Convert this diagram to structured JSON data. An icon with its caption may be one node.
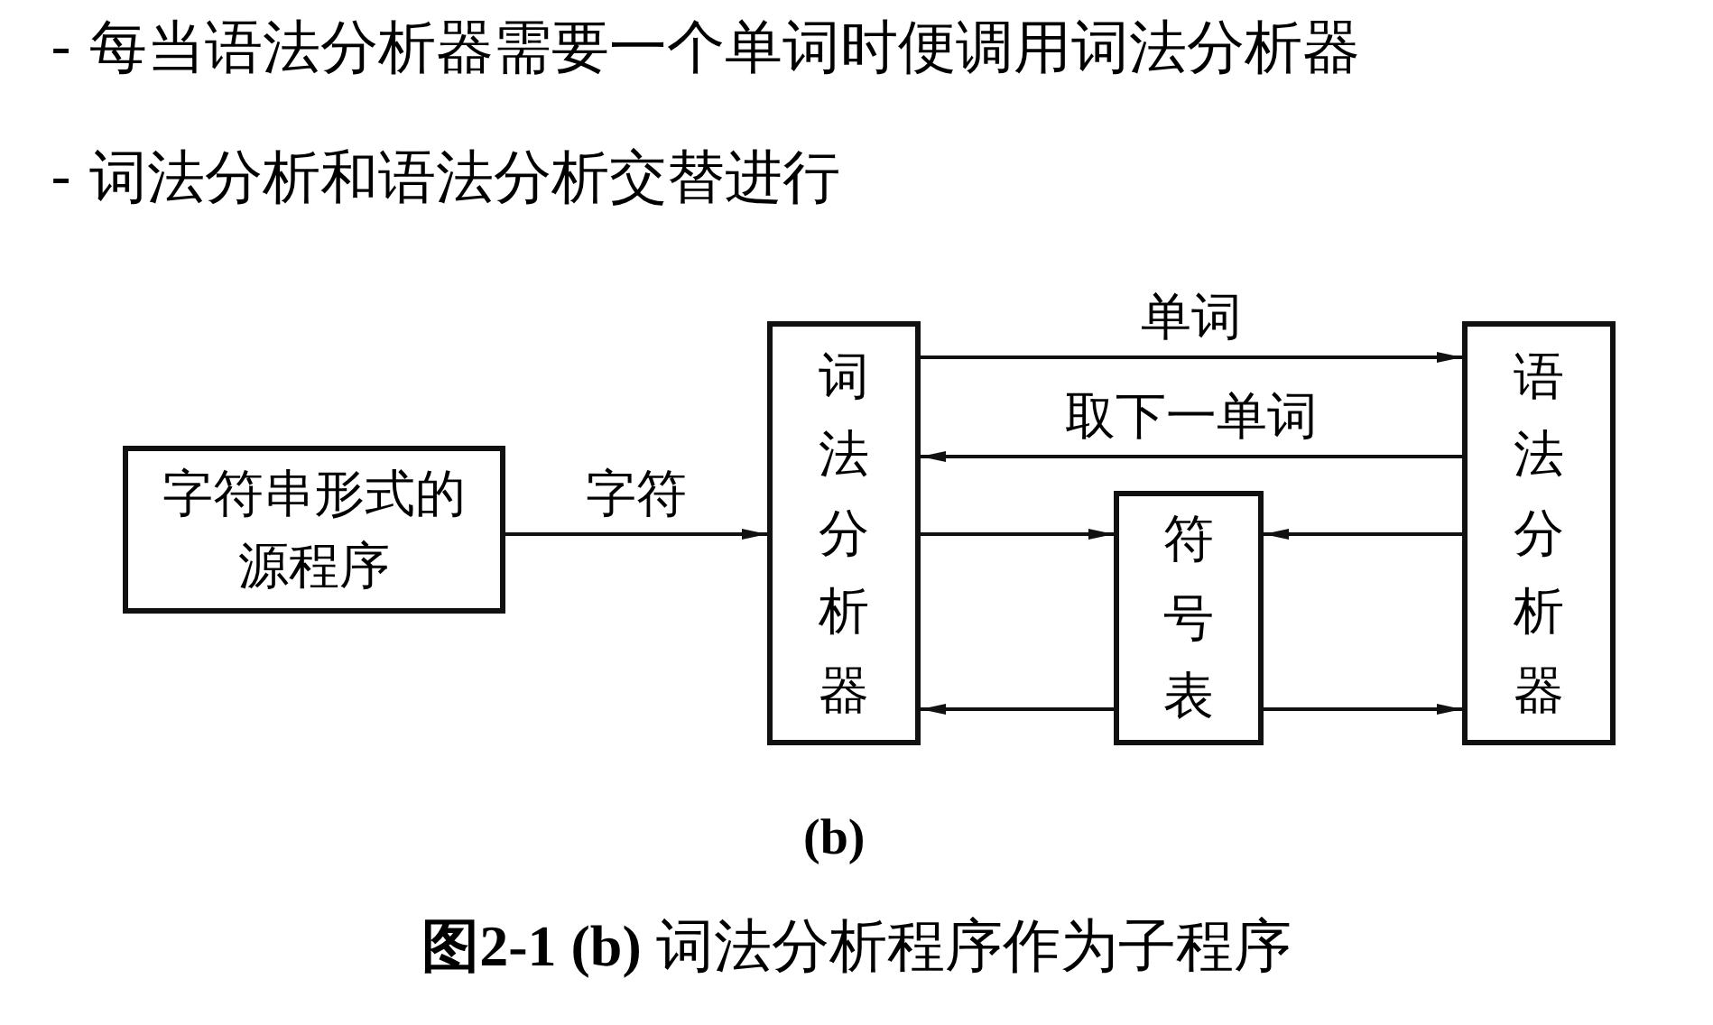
{
  "diagram": {
    "caption": "**图2-1 (b)** 词法分析程序作为子程序",
    "nodes": [
      {
        "text": [
          "字符串形式的源程序"
        ]
      },
      {
        "text": [
          "词法分析器"
        ]
      },
      {
        "text": [
          "符号表"
        ]
      },
      {
        "text": [
          "语法分析器"
        ]
      }
    ],
    "edges": [
      {
        "from": 0,
        "to": 1,
        "arrow": "to",
        "label": "字符"
      },
      {
        "from": 1,
        "to": 3,
        "arrow": "to",
        "label": "单词"
      },
      {
        "from": 3,
        "to": 1,
        "arrow": "to",
        "label": "取下一单词"
      },
      {
        "from": 1,
        "to": 2,
        "arrow": "to"
      },
      {
        "from": 3,
        "to": 2,
        "arrow": "to"
      },
      {
        "from": 2,
        "to": 1,
        "arrow": "to"
      },
      {
        "from": 2,
        "to": 3,
        "arrow": "to"
      }
    ],
    "labels": [
      "- 每当语法分析器需要一个单词时便调用词法分析器",
      "- 词法分析和语法分析交替进行",
      "(b)"
    ]
  }
}
